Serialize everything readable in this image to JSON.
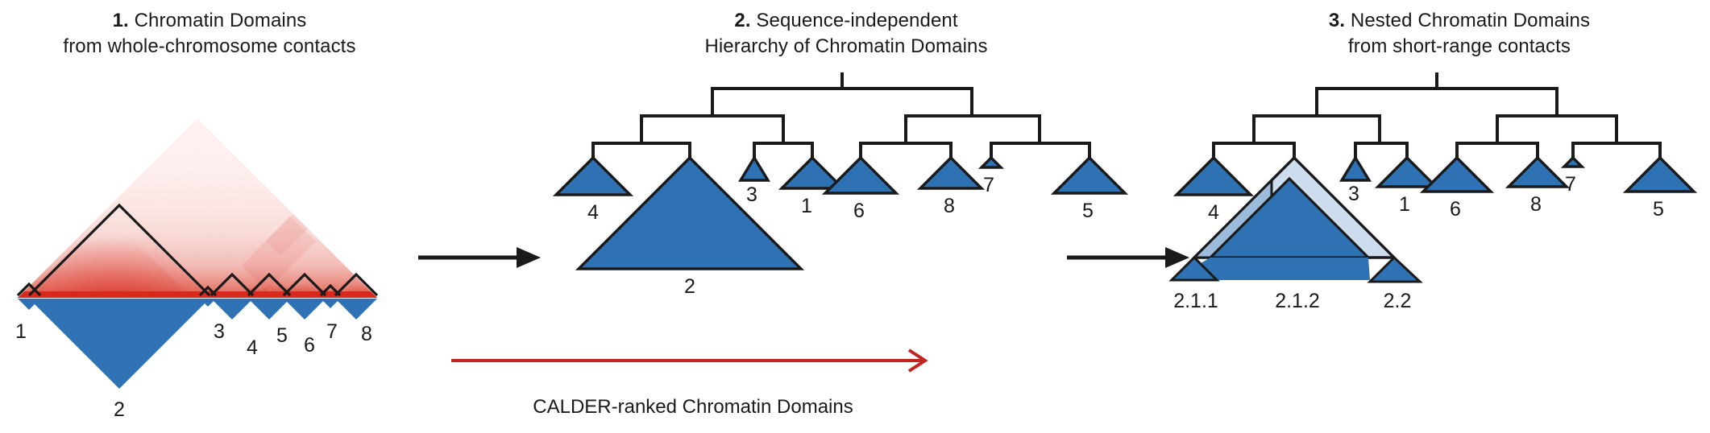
{
  "figure": {
    "background": "#ffffff",
    "ink": "#1a1a1a",
    "domain_blue": "#2f72b3",
    "domain_blue_mid": "#9dbcdc",
    "domain_blue_light": "#cddded",
    "heatmap_red": "#d9291c",
    "arrow_red": "#c4241f"
  },
  "panels": [
    {
      "id": "panel-1",
      "number": "1.",
      "title_line1": "Chromatin Domains",
      "title_line2": "from whole-chromosome contacts",
      "title_full": "1. Chromatin Domains\nfrom whole-chromosome contacts",
      "domain_labels": [
        "1",
        "2",
        "3",
        "4",
        "5",
        "6",
        "7",
        "8"
      ]
    },
    {
      "id": "panel-2",
      "number": "2.",
      "title_line1": "Sequence-independent",
      "title_line2": "Hierarchy of Chromatin Domains",
      "title_full": "2. Sequence-independent\nHierarchy of Chromatin Domains",
      "leaf_labels": [
        "4",
        "2",
        "3",
        "1",
        "6",
        "8",
        "7",
        "5"
      ],
      "rank_caption": "CALDER-ranked Chromatin Domains"
    },
    {
      "id": "panel-3",
      "number": "3.",
      "title_line1": "Nested Chromatin Domains",
      "title_line2": "from short-range contacts",
      "title_full": "3. Nested Chromatin Domains\nfrom short-range contacts",
      "leaf_labels": [
        "4",
        "3",
        "1",
        "6",
        "8",
        "7",
        "5"
      ],
      "nested_labels": [
        "2.1.1",
        "2.1.2",
        "2.2"
      ]
    }
  ],
  "chart_data": {
    "type": "diagram",
    "title": "CALDER chromatin domain hierarchy schematic",
    "panel_1": {
      "type": "hic-contact-triangle",
      "description": "Triangular Hi-C contact heatmap with 8 called chromatin domains outlined as triangles along the diagonal",
      "heatmap_colormap": [
        "#ffffff",
        "#f6cfcb",
        "#e98d84",
        "#d9291c"
      ],
      "domains": [
        {
          "label": "1",
          "start": 0.0,
          "end": 0.055,
          "size": 0.055
        },
        {
          "label": "2",
          "start": 0.055,
          "end": 0.555,
          "size": 0.5
        },
        {
          "label": "3",
          "start": 0.555,
          "end": 0.585,
          "size": 0.03
        },
        {
          "label": "4",
          "start": 0.585,
          "end": 0.695,
          "size": 0.11
        },
        {
          "label": "5",
          "start": 0.695,
          "end": 0.79,
          "size": 0.095
        },
        {
          "label": "6",
          "start": 0.79,
          "end": 0.885,
          "size": 0.095
        },
        {
          "label": "7",
          "start": 0.885,
          "end": 0.93,
          "size": 0.045
        },
        {
          "label": "8",
          "start": 0.93,
          "end": 1.0,
          "size": 0.07
        }
      ]
    },
    "panel_2": {
      "type": "dendrogram",
      "description": "Sequence-independent binary hierarchy over the 8 chromatin domains; leaf triangle width encodes domain size",
      "leaf_order": [
        "4",
        "2",
        "3",
        "1",
        "6",
        "8",
        "7",
        "5"
      ],
      "leaf_sizes": [
        0.11,
        0.5,
        0.03,
        0.07,
        0.095,
        0.07,
        0.022,
        0.095
      ],
      "merges": [
        {
          "name": "A",
          "children": [
            "4",
            "2"
          ],
          "height": 2
        },
        {
          "name": "B",
          "children": [
            "3",
            "1"
          ],
          "height": 1
        },
        {
          "name": "C",
          "children": [
            "A",
            "B"
          ],
          "height": 3
        },
        {
          "name": "D",
          "children": [
            "6",
            "8"
          ],
          "height": 2
        },
        {
          "name": "E",
          "children": [
            "7",
            "5"
          ],
          "height": 2
        },
        {
          "name": "F",
          "children": [
            "D",
            "E"
          ],
          "height": 3
        },
        {
          "name": "root",
          "children": [
            "C",
            "F"
          ],
          "height": 4
        }
      ],
      "rank_arrow": {
        "label": "CALDER-ranked Chromatin Domains",
        "direction": "left-to-right",
        "color": "#c4241f"
      }
    },
    "panel_3": {
      "type": "dendrogram-with-nested-domains",
      "description": "Same hierarchy, with domain 2 resolved into nested sub-domains from short-range contacts",
      "leaf_order": [
        "4",
        "2",
        "3",
        "1",
        "6",
        "8",
        "7",
        "5"
      ],
      "nested_subdomains": [
        {
          "label": "2.1.1",
          "shade": "#2f72b3",
          "level": 3
        },
        {
          "label": "2.1.2",
          "shade": "#2f72b3",
          "level": 3
        },
        {
          "label": "2.2",
          "shade": "#2f72b3",
          "level": 2
        }
      ],
      "nest_shades": {
        "outer_2_1": "#cddded",
        "middle": "#9dbcdc",
        "inner": "#2f72b3"
      }
    }
  },
  "connectors": [
    {
      "name": "arrow-panel1-to-panel2",
      "direction": "right",
      "color": "#1a1a1a"
    },
    {
      "name": "arrow-panel2-to-panel3",
      "direction": "right",
      "color": "#1a1a1a"
    }
  ]
}
